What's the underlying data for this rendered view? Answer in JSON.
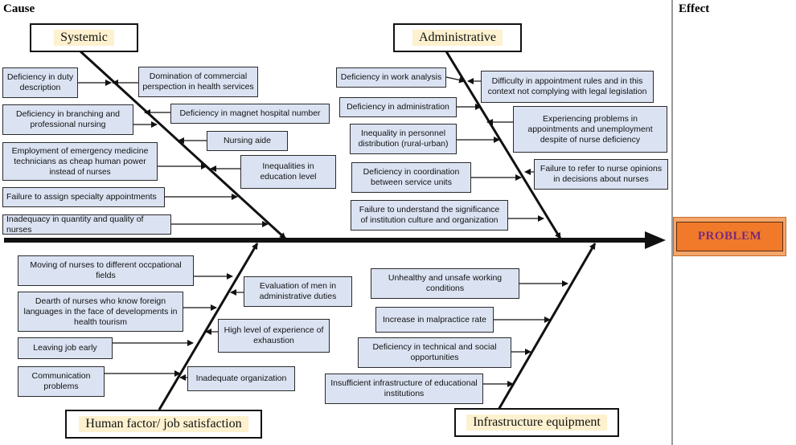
{
  "headers": {
    "cause": "Cause",
    "effect": "Effect"
  },
  "categories": {
    "systemic": "Systemic",
    "administrative": "Administrative",
    "human_factor": "Human factor/ job satisfaction",
    "infrastructure": "Infrastructure equipment"
  },
  "problem": "PROBLEM",
  "systemic": {
    "duty_description": "Deficiency in duty description",
    "commercial": "Domination of commercial perspection in health services",
    "branching": "Deficiency in branching and professional nursing",
    "magnet": "Deficiency in magnet hospital number",
    "nursing_aide": "Nursing aide",
    "emergency_line1": "Employment of emergency medicine technicians as cheap human power",
    "emergency_line2": "instead of nurses",
    "education": "Inequalities in education level",
    "specialty": "Failure to assign specialty appointments",
    "inadequacy": "Inadequacy in quantity and quality of nurses"
  },
  "administrative": {
    "work_analysis": "Deficiency in work analysis",
    "appointment_rules": "Difficulty in appointment rules and in this context not complying with legal legislation",
    "administration": "Deficiency in administration",
    "unemployment": "Experiencing problems in appointments and unemployment despite of nurse deficiency",
    "inequality": "Inequality in personnel distribution (rural-urban)",
    "coordination": "Deficiency in coordination between service units",
    "nurse_opinions": "Failure to refer to nurse opinions in decisions about nurses",
    "culture": "Failure to understand the significance of institution culture and organization"
  },
  "human": {
    "moving": "Moving of nurses to different occpational fields",
    "evaluation": "Evaluation of men in administrative duties",
    "foreign_languages": "Dearth of nurses who know foreign languages in the face of developments in health tourism",
    "exhaustion": "High level of experience of exhaustion",
    "leaving": "Leaving job early",
    "communication": "Communication problems",
    "organization": "Inadequate organization"
  },
  "infrastructure": {
    "unhealthy": "Unhealthy and unsafe working conditions",
    "malpractice": "Increase in malpractice rate",
    "technical": "Deficiency in technical and social opportunities",
    "educational": "Insufficient infrastructure of educational institutions"
  },
  "colors": {
    "box_fill": "#dbe3f3",
    "label_fill": "#fdf1cf",
    "problem_fill": "#f07a2a",
    "problem_text": "#7a2a7a"
  }
}
